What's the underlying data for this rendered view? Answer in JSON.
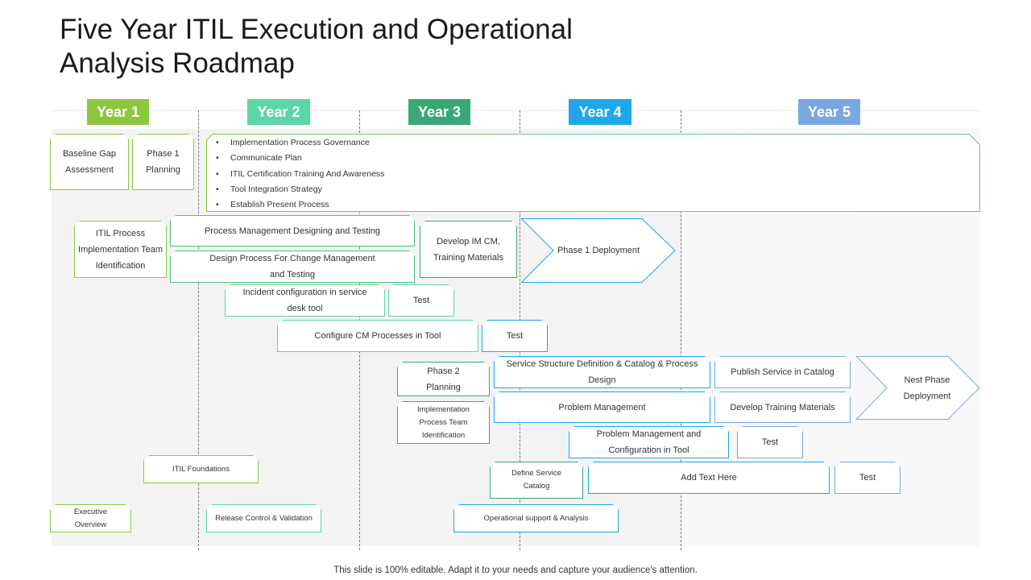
{
  "title": "Five Year ITIL Execution and Operational Analysis Roadmap",
  "years": [
    {
      "label": "Year 1",
      "color": "#8dc63f"
    },
    {
      "label": "Year 2",
      "color": "#5cd6a4"
    },
    {
      "label": "Year 3",
      "color": "#3aa876"
    },
    {
      "label": "Year 4",
      "color": "#1fa7e8"
    },
    {
      "label": "Year 5",
      "color": "#7ba7e0"
    }
  ],
  "governance_bullets": [
    "Implementation  Process Governance",
    "Communicate Plan",
    "ITIL  Certification Training And Awareness",
    "Tool Integration Strategy",
    "Establish Present Process"
  ],
  "tasks": {
    "baseline_gap": [
      "Baseline Gap",
      "Assessment"
    ],
    "phase1_planning": [
      "Phase 1",
      "Planning"
    ],
    "itil_process_team": [
      "ITIL  Process",
      "Implementation  Team",
      "Identification"
    ],
    "process_mgmt": "Process Management  Designing and Testing",
    "design_change": [
      "Design Process For Change Management",
      "and Testing"
    ],
    "develop_im": [
      "Develop IM  CM,",
      "Training Materials"
    ],
    "phase1_deploy": "Phase 1 Deployment",
    "incident_config": [
      "Incident  configuration in service",
      "desk tool"
    ],
    "test1": "Test",
    "configure_cm": "Configure CM  Processes in Tool",
    "test2": "Test",
    "phase2_planning": [
      "Phase 2",
      "Planning"
    ],
    "impl_team": [
      "Implementation",
      "Process Team",
      "Identification"
    ],
    "service_structure": [
      "Service Structure Definition & Catalog & Process",
      "Design"
    ],
    "problem_mgmt": "Problem Management",
    "publish_service": "Publish Service in Catalog",
    "develop_training": "Develop Training Materials",
    "next_phase": [
      "Nest Phase",
      "Deployment"
    ],
    "problem_config": [
      "Problem Management and",
      "Configuration in Tool"
    ],
    "test3": "Test",
    "itil_foundations": "ITIL Foundations",
    "define_service": [
      "Define Service",
      "Catalog"
    ],
    "add_text": "Add Text Here",
    "test4": "Test",
    "exec_overview": [
      "Executive",
      "Overview"
    ],
    "release_control": "Release Control & Validation",
    "operational_support": "Operational support & Analysis"
  },
  "footer": "This slide is 100% editable. Adapt it to your needs and capture your audience's attention."
}
